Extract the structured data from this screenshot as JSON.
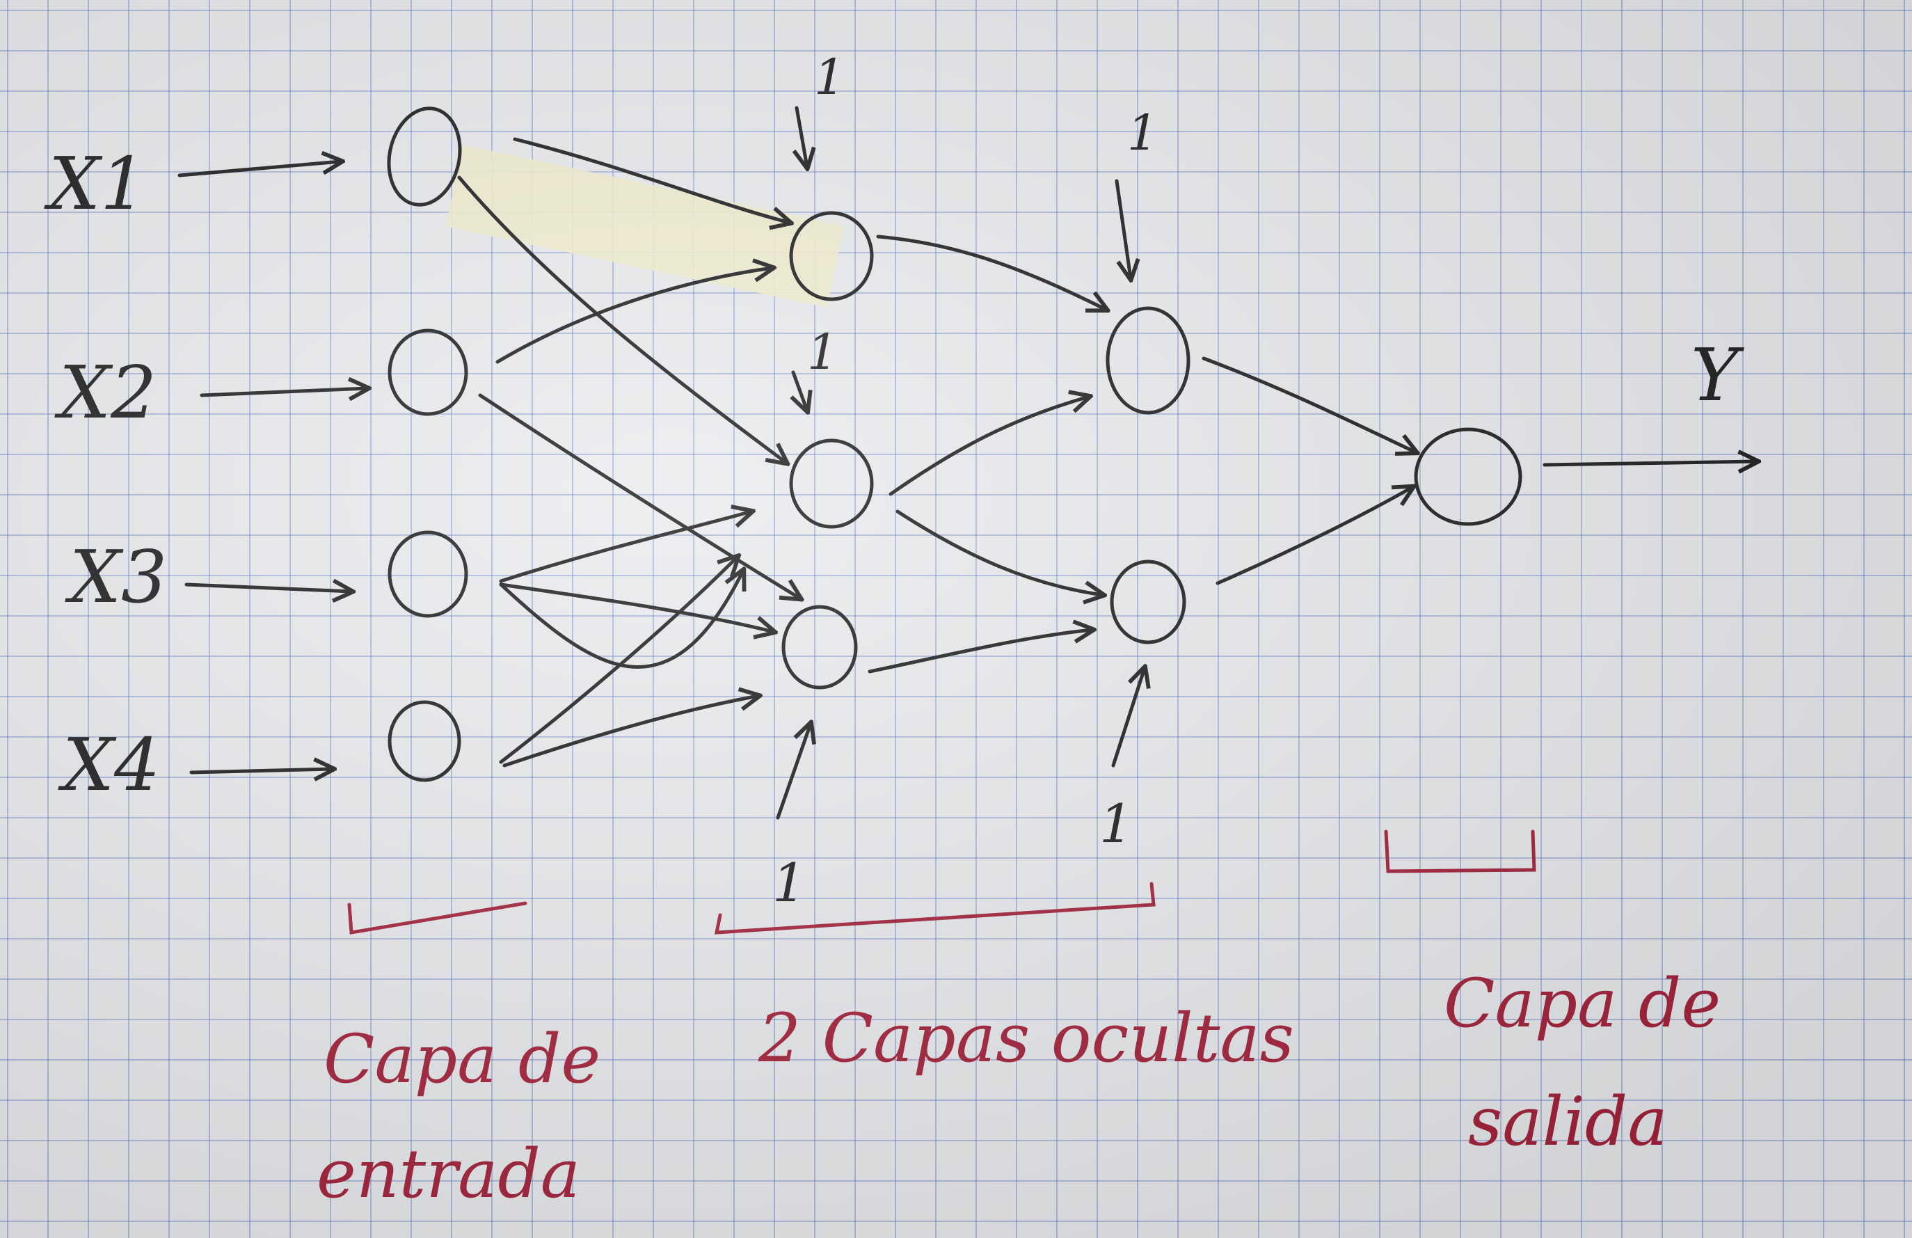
{
  "inputs": [
    "X1",
    "X2",
    "X3",
    "X4"
  ],
  "output": "Y",
  "bias_labels": [
    "1",
    "1",
    "1",
    "1",
    "1"
  ],
  "captions": {
    "input_layer": [
      "Capa de",
      "entrada"
    ],
    "hidden_layers": "2 Capas ocultas",
    "output_layer": [
      "Capa de",
      "salida"
    ]
  },
  "colors": {
    "ink": "#1c1c1e",
    "annotation": "#a3213a",
    "grid": "#506ebe",
    "tape": "#f1edcf"
  }
}
